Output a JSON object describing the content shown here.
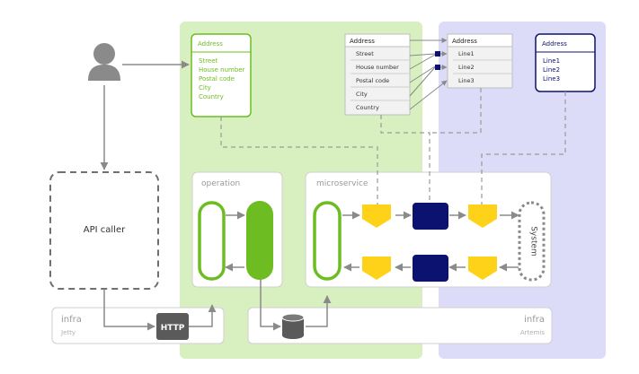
{
  "colors": {
    "green_zone": "#d8f0c0",
    "purple_zone": "#dcdcf8",
    "green": "#6dbd22",
    "navy": "#0c1270",
    "yellow": "#ffd21a",
    "grey": "#8a8a8a",
    "dark_grey": "#5a5a5a"
  },
  "user": {
    "icon": "user-icon"
  },
  "api_caller": {
    "label": "API caller"
  },
  "address_green": {
    "title": "Address",
    "fields": [
      "Street",
      "House  number",
      "Postal code",
      "City",
      "Country"
    ]
  },
  "address_table_left": {
    "title": "Address",
    "rows": [
      "Street",
      "House number",
      "Postal code",
      "City",
      "Country"
    ]
  },
  "address_table_right": {
    "title": "Address",
    "rows": [
      "Line1",
      "Line2",
      "Line3"
    ]
  },
  "address_navy": {
    "title": "Address",
    "fields": [
      "Line1",
      "Line2",
      "Line3"
    ]
  },
  "operation": {
    "title": "operation"
  },
  "microservice": {
    "title": "microservice"
  },
  "system": {
    "label": "System"
  },
  "infra_left": {
    "title": "infra",
    "subtitle": "Jetty"
  },
  "infra_right": {
    "title": "infra",
    "subtitle": "Artemis"
  },
  "http": {
    "label": "HTTP"
  },
  "database": {
    "icon": "database-icon"
  }
}
